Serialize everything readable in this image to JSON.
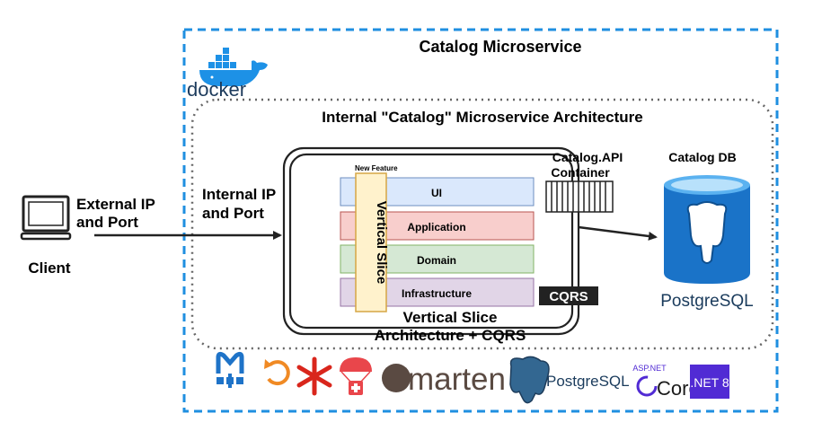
{
  "client": {
    "label": "Client"
  },
  "external_link": {
    "line1": "External IP",
    "line2": "and Port"
  },
  "microservice": {
    "title": "Catalog Microservice"
  },
  "docker": {
    "wordmark": "docker"
  },
  "internal_architecture": {
    "title": "Internal \"Catalog\" Microservice Architecture"
  },
  "internal_link": {
    "line1": "Internal IP",
    "line2": "and Port"
  },
  "vertical_slice": {
    "new_feature": "New Feature",
    "slice_label": "Vertical Slice",
    "layers": [
      {
        "label": "UI",
        "color": "#dae8fc",
        "border": "#6c8ebf"
      },
      {
        "label": "Application",
        "color": "#f8cecc",
        "border": "#b85450"
      },
      {
        "label": "Domain",
        "color": "#d5e8d4",
        "border": "#82b366"
      },
      {
        "label": "Infrastructure",
        "color": "#e1d5e7",
        "border": "#9673a6"
      }
    ],
    "caption_line1": "Vertical Slice",
    "caption_line2": "Architecture + CQRS"
  },
  "container": {
    "line1": "Catalog.API",
    "line2": "Container"
  },
  "cqrs": {
    "label": "CQRS"
  },
  "database": {
    "title": "Catalog DB",
    "brand": "PostgreSQL"
  },
  "tech_stack": {
    "marten": "marten",
    "postgres": "PostgreSQL",
    "aspnet_top": "ASP.NET",
    "aspnet_core": "Core",
    "dotnet": ".NET 8"
  },
  "colors": {
    "docker_blue": "#1d91e6",
    "dashed_blue": "#1f8fe0",
    "postgres_blue": "#336791",
    "db_blue": "#1a73c8",
    "dotnet_purple": "#512bd4",
    "marten_brown": "#5a4a42",
    "redis_red": "#d9261c"
  }
}
